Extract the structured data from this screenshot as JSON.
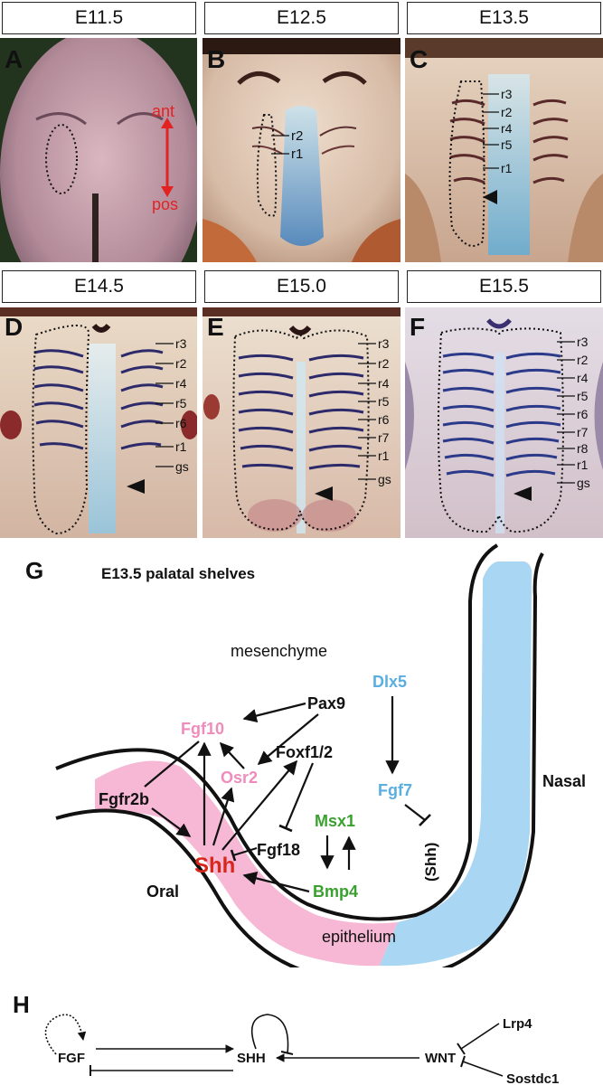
{
  "stages": [
    "E11.5",
    "E12.5",
    "E13.5",
    "E14.5",
    "E15.0",
    "E15.5"
  ],
  "panel_letters": [
    "A",
    "B",
    "C",
    "D",
    "E",
    "F",
    "G",
    "H"
  ],
  "panel_a": {
    "ant": "ant",
    "pos": "pos"
  },
  "panel_b": {
    "labels": [
      "r2",
      "r1"
    ]
  },
  "panel_c": {
    "labels": [
      "r3",
      "r2",
      "r4",
      "r5",
      "r1"
    ]
  },
  "panel_d": {
    "labels": [
      "r3",
      "r2",
      "r4",
      "r5",
      "r6",
      "r1",
      "gs"
    ]
  },
  "panel_e": {
    "labels": [
      "r3",
      "r2",
      "r4",
      "r5",
      "r6",
      "r7",
      "r1",
      "gs"
    ]
  },
  "panel_f": {
    "labels": [
      "r3",
      "r2",
      "r4",
      "r5",
      "r6",
      "r7",
      "r8",
      "r1",
      "gs"
    ]
  },
  "panel_g": {
    "title": "E13.5 palatal shelves",
    "mesenchyme": "mesenchyme",
    "epithelium": "epithelium",
    "oral": "Oral",
    "nasal": "Nasal",
    "genes": {
      "dlx5": "Dlx5",
      "fgf7": "Fgf7",
      "shh_nasal": "(Shh)",
      "fgf10": "Fgf10",
      "pax9": "Pax9",
      "osr2": "Osr2",
      "foxf": "Foxf1/2",
      "fgfr2b": "Fgfr2b",
      "shh": "Shh",
      "fgf18": "Fgf18",
      "msx1": "Msx1",
      "bmp4": "Bmp4"
    },
    "colors": {
      "pink_gene": "#ef8cbc",
      "blue_gene": "#5aaee0",
      "green_gene": "#3aa12f",
      "red_gene": "#d8281c",
      "pink_fill": "#f6b8d4",
      "blue_fill": "#a9d6f2"
    }
  },
  "panel_h": {
    "fgf": "FGF",
    "shh": "SHH",
    "wnt": "WNT",
    "lrp4": "Lrp4",
    "sostdc1": "Sostdc1"
  }
}
